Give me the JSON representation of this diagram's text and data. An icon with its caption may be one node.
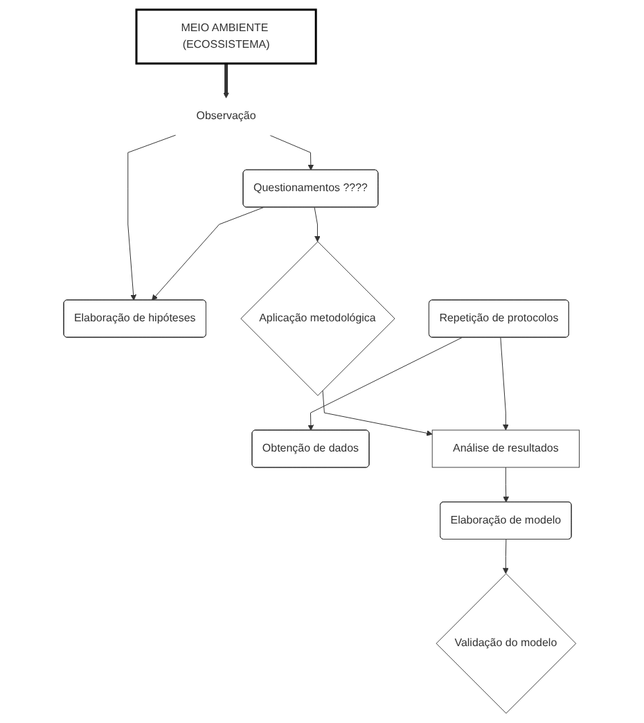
{
  "diagram": {
    "nodes": [
      {
        "text": [
          "MEIO AMBIENTE (ECOSSISTEMA)"
        ]
      },
      {
        "text": [
          "Observação"
        ]
      },
      {
        "text": [
          "Questionamentos ????"
        ]
      },
      {
        "text": [
          "Elaboração de hipóteses"
        ]
      },
      {
        "text": [
          "Aplicação metodológica"
        ]
      },
      {
        "text": [
          "Repetição de protocolos"
        ]
      },
      {
        "text": [
          "Obtenção de dados"
        ]
      },
      {
        "text": [
          "Análise de resultados"
        ]
      },
      {
        "text": [
          "Elaboração de modelo"
        ]
      },
      {
        "text": [
          "Validação do modelo"
        ]
      }
    ],
    "edges": [
      {
        "from": 0,
        "to": 1,
        "arrow": "to",
        "style": "thick"
      },
      {
        "from": 1,
        "to": 2,
        "arrow": "to"
      },
      {
        "from": 1,
        "to": 3,
        "arrow": "to"
      },
      {
        "from": 2,
        "to": 3,
        "arrow": "to"
      },
      {
        "from": 2,
        "to": 4,
        "arrow": "to"
      },
      {
        "from": 4,
        "to": 7,
        "arrow": "to"
      },
      {
        "from": 5,
        "to": 6,
        "arrow": "to"
      },
      {
        "from": 5,
        "to": 7,
        "arrow": "to"
      },
      {
        "from": 7,
        "to": 8,
        "arrow": "to"
      },
      {
        "from": 8,
        "to": 9,
        "arrow": "to"
      }
    ]
  }
}
